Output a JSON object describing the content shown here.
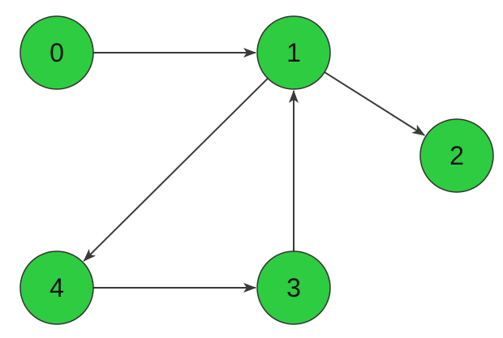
{
  "colors": {
    "node_fill": "#2ecc40",
    "edge": "#3a3a3a"
  },
  "nodes": [
    {
      "id": "0",
      "label": "0"
    },
    {
      "id": "1",
      "label": "1"
    },
    {
      "id": "2",
      "label": "2"
    },
    {
      "id": "3",
      "label": "3"
    },
    {
      "id": "4",
      "label": "4"
    }
  ],
  "edges": [
    {
      "from": "0",
      "to": "1"
    },
    {
      "from": "1",
      "to": "2"
    },
    {
      "from": "1",
      "to": "4"
    },
    {
      "from": "3",
      "to": "1"
    },
    {
      "from": "4",
      "to": "3"
    }
  ]
}
